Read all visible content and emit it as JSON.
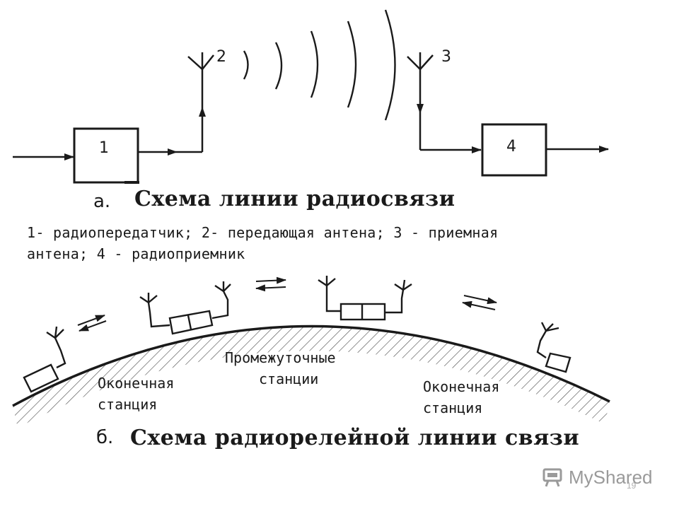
{
  "diagram_a": {
    "labels": {
      "transmitter": "1",
      "tx_antenna": "2",
      "rx_antenna": "3",
      "receiver": "4"
    },
    "caption_letter": "а.",
    "caption_title": "Схема линии радиосвязи",
    "legend_line1": "1- радиопередатчик; 2- передающая антена; 3 - приемная",
    "legend_line2": "антена;  4 - радиоприемник"
  },
  "diagram_b": {
    "terminal_left_l1": "Оконечная",
    "terminal_left_l2": "станция",
    "intermediate_l1": "Промежуточные",
    "intermediate_l2": "станции",
    "terminal_right_l1": "Оконечная",
    "terminal_right_l2": "станция",
    "caption_letter": "б.",
    "caption_title": "Схема радиорелейной линии связи"
  },
  "watermark": {
    "brand": "MyShared",
    "icon": "myshared-logo-icon",
    "brand_color": "#9a9a9a"
  },
  "page_number": "19"
}
